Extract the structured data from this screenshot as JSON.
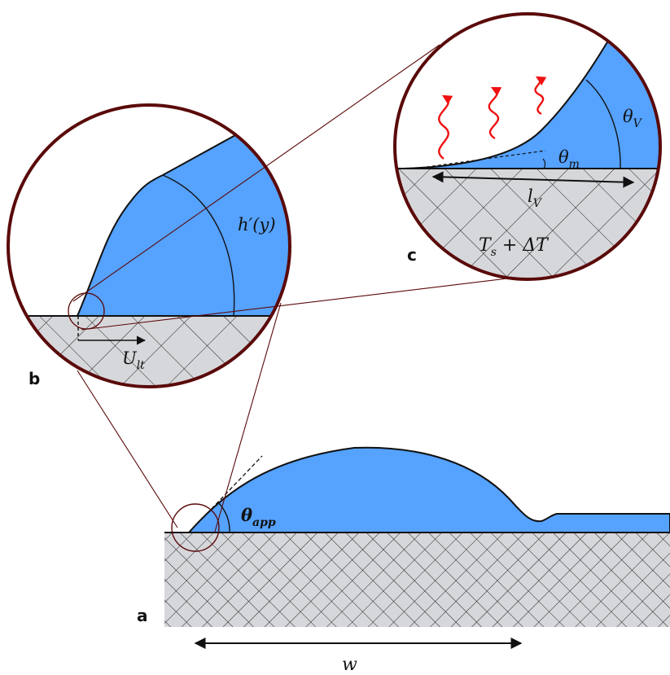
{
  "labels": {
    "panel_a": "a",
    "panel_b": "b",
    "panel_c": "c",
    "theta_app": "θapp",
    "w": "w",
    "h_prime": "h′(y)",
    "U_lt": "Ult",
    "theta_V": "θV",
    "theta_m": "θm",
    "l_V": "lV",
    "T_s": "Ts + ΔT"
  },
  "colors": {
    "liquid": "#55a2ff",
    "substrate": "#d6d7db",
    "hatch": "#222222",
    "magnifier": "#5a0a0a",
    "heat_arrows": "#ee1111",
    "ink": "#111111"
  }
}
